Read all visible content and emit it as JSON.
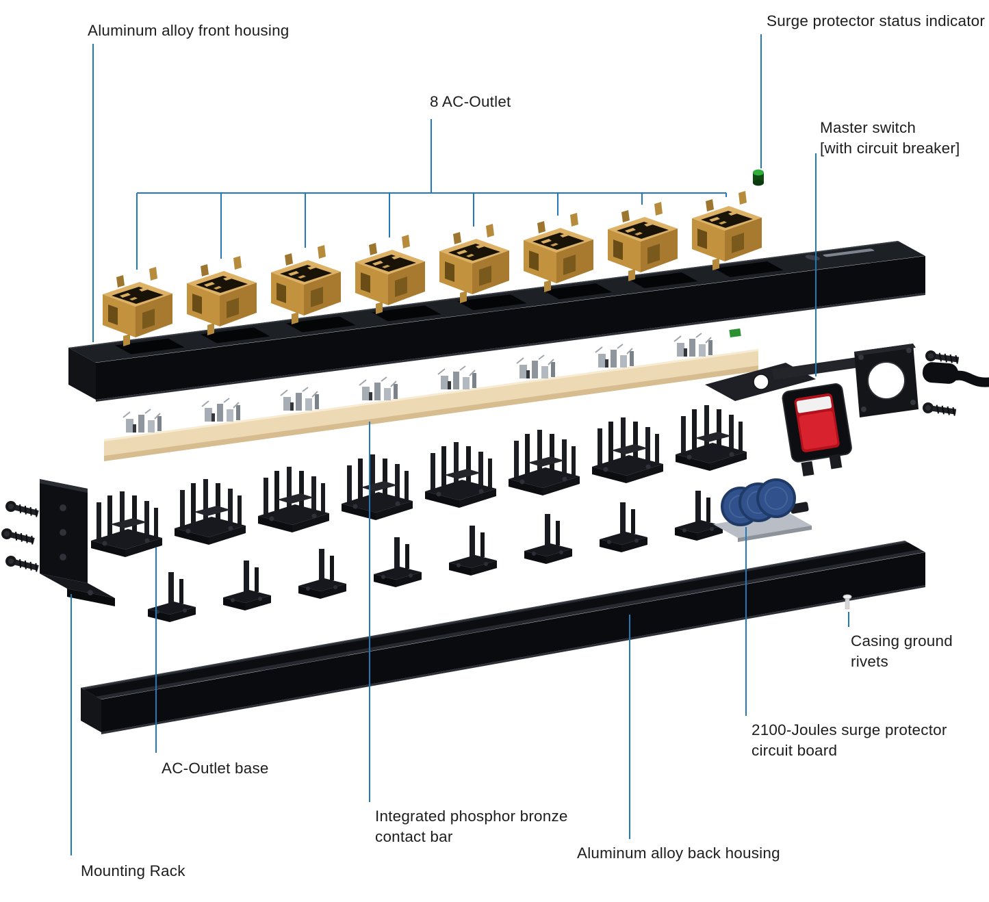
{
  "labels": {
    "front_housing": "Aluminum alloy front housing",
    "ac_outlet": "8 AC-Outlet",
    "status_indicator": "Surge protector status indicator",
    "master_switch": "Master switch\n[with circuit breaker]",
    "casing_rivets": "Casing ground\nrivets",
    "surge_board": "2100-Joules surge protector\ncircuit board",
    "back_housing": "Aluminum alloy back housing",
    "contact_bar": "Integrated phosphor bronze\ncontact bar",
    "outlet_base": "AC-Outlet base",
    "mounting_rack": "Mounting Rack"
  },
  "colors": {
    "background": "#ffffff",
    "callout_line": "#2379b7",
    "label_text": "#1d1d1f",
    "housing_black": "#0a0b0e",
    "outlet_brass": "#c99a47",
    "contact_bar_bronze": "#edd9b3",
    "status_led_green": "#2fae39",
    "switch_red": "#c11420",
    "mov_blue": "#30518c"
  }
}
